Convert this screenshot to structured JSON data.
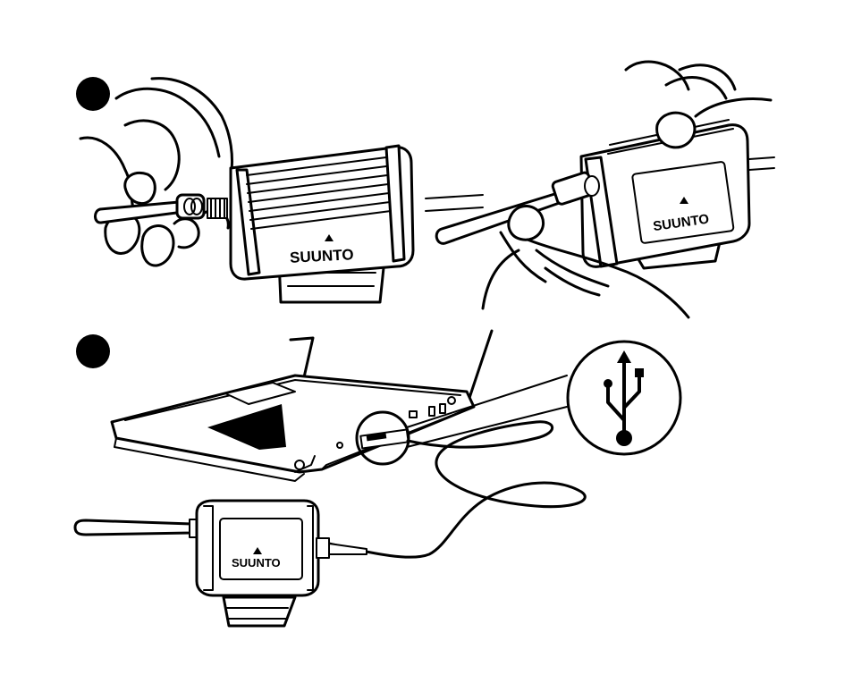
{
  "steps": [
    {
      "marker": "step-1",
      "color": "#000000"
    },
    {
      "marker": "step-2",
      "color": "#000000"
    }
  ],
  "device": {
    "brand_label": "SUUNTO",
    "brand_mark": "triangle-icon"
  },
  "icons": [
    "usb-icon",
    "laptop-icon",
    "antenna-icon",
    "hand-icon",
    "cable-icon"
  ],
  "colors": {
    "line": "#000000",
    "background": "#ffffff"
  }
}
